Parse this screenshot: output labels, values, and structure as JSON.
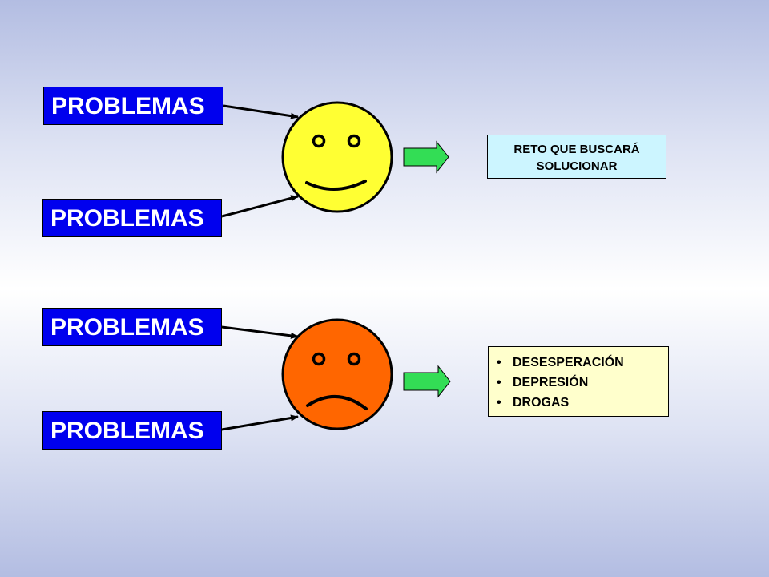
{
  "problems": [
    "PROBLEMAS",
    "PROBLEMAS",
    "PROBLEMAS",
    "PROBLEMAS"
  ],
  "reto": {
    "line1": "RETO QUE BUSCARÁ",
    "line2": "SOLUCIONAR"
  },
  "effects": [
    "DESESPERACIÓN",
    "DEPRESIÓN",
    "DROGAS"
  ],
  "colors": {
    "problem_box": "#0000ee",
    "happy_face": "#ffff33",
    "sad_face": "#ff6600",
    "arrow": "#33dd55",
    "reto_box": "#ccf5ff",
    "effects_box": "#ffffcc"
  },
  "icons": {
    "happy_face": "smiley-face-icon",
    "sad_face": "sad-face-icon",
    "arrow": "right-block-arrow-icon"
  }
}
